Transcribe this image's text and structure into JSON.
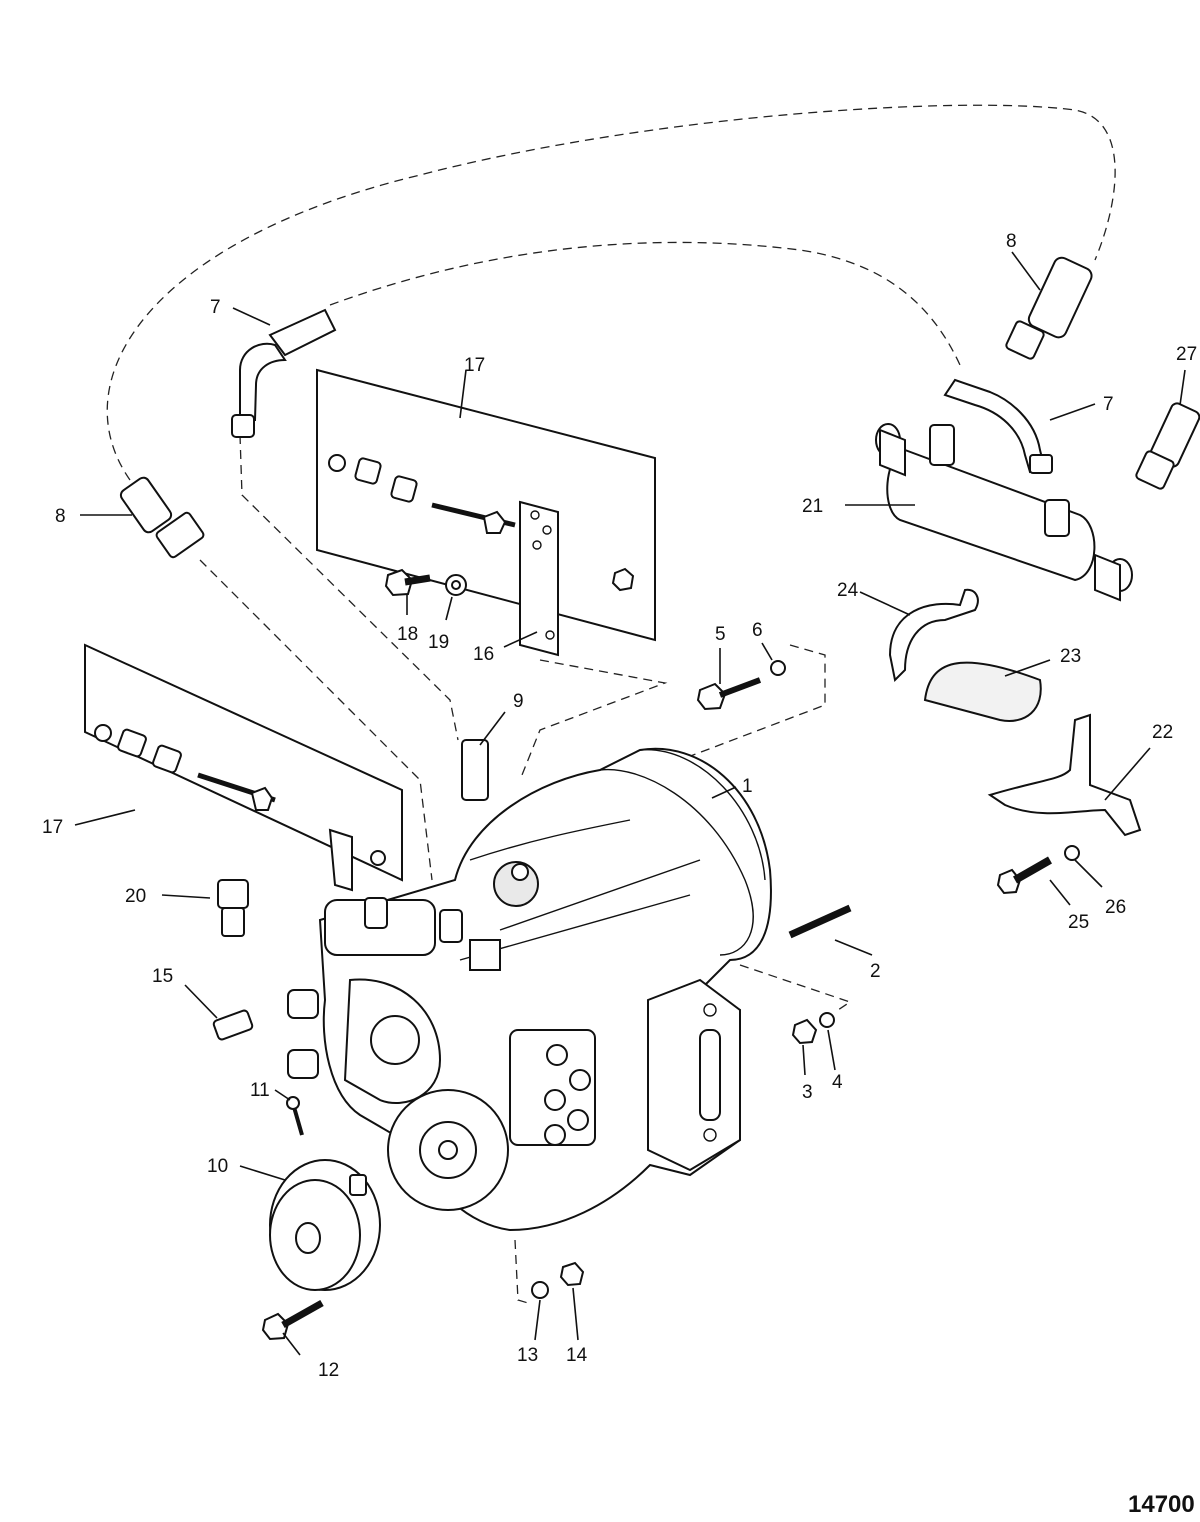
{
  "figure_number": "14700",
  "callouts": [
    {
      "id": "c1",
      "label": "1"
    },
    {
      "id": "c2",
      "label": "2"
    },
    {
      "id": "c3",
      "label": "3"
    },
    {
      "id": "c4",
      "label": "4"
    },
    {
      "id": "c5",
      "label": "5"
    },
    {
      "id": "c6",
      "label": "6"
    },
    {
      "id": "c7a",
      "label": "7"
    },
    {
      "id": "c7b",
      "label": "7"
    },
    {
      "id": "c8a",
      "label": "8"
    },
    {
      "id": "c8b",
      "label": "8"
    },
    {
      "id": "c9",
      "label": "9"
    },
    {
      "id": "c10",
      "label": "10"
    },
    {
      "id": "c11",
      "label": "11"
    },
    {
      "id": "c12",
      "label": "12"
    },
    {
      "id": "c13",
      "label": "13"
    },
    {
      "id": "c14",
      "label": "14"
    },
    {
      "id": "c15",
      "label": "15"
    },
    {
      "id": "c16",
      "label": "16"
    },
    {
      "id": "c17a",
      "label": "17"
    },
    {
      "id": "c17b",
      "label": "17"
    },
    {
      "id": "c18",
      "label": "18"
    },
    {
      "id": "c19",
      "label": "19"
    },
    {
      "id": "c20",
      "label": "20"
    },
    {
      "id": "c21",
      "label": "21"
    },
    {
      "id": "c22",
      "label": "22"
    },
    {
      "id": "c23",
      "label": "23"
    },
    {
      "id": "c24",
      "label": "24"
    },
    {
      "id": "c25",
      "label": "25"
    },
    {
      "id": "c26",
      "label": "26"
    },
    {
      "id": "c27",
      "label": "27"
    }
  ]
}
